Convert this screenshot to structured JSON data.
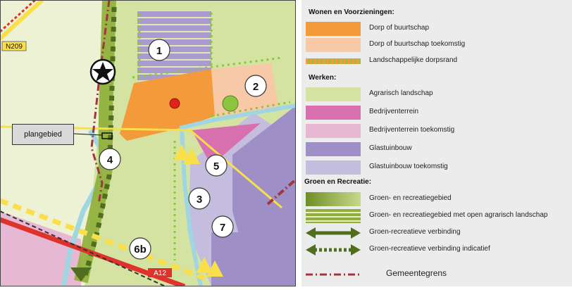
{
  "map": {
    "road_label_n209": "N209",
    "road_label_a12": "A12",
    "plan_label": "plangebied",
    "area_numbers": [
      "1",
      "2",
      "3",
      "4",
      "5",
      "6b",
      "7"
    ],
    "colors": {
      "background": "#d4e3a1",
      "village": "#f39a3a",
      "village_future": "#f8c9a6",
      "business": "#d86fae",
      "greenhouse": "#9e90c6",
      "greenhouse_future": "#c4bddd",
      "green_zone": "#8fae3a",
      "water": "#9fd6e2",
      "road_red": "#e0322c",
      "road_yellow": "#f9e04a",
      "municipal_border": "#a3363a",
      "dot_red": "#e2211c",
      "dot_green": "#8cc63f"
    },
    "icons": [
      "star-landmark-icon",
      "red-dot-icon",
      "green-dot-icon"
    ]
  },
  "legend": {
    "sections": [
      {
        "title": "Wonen en Voorzieningen:",
        "items": [
          {
            "label": "Dorp of buurtschap",
            "swatch": "village"
          },
          {
            "label": "Dorp of buurtschap toekomstig",
            "swatch": "village-future"
          },
          {
            "label": "Landschappelijke dorpsrand",
            "swatch": "village-edge"
          }
        ]
      },
      {
        "title": "Werken:",
        "items": [
          {
            "label": "Agrarisch landschap",
            "swatch": "agri"
          },
          {
            "label": "Bedrijventerrein",
            "swatch": "business"
          },
          {
            "label": "Bedrijventerrein toekomstig",
            "swatch": "business-future"
          },
          {
            "label": "Glastuinbouw",
            "swatch": "greenhouse"
          },
          {
            "label": "Glastuinbouw toekomstig",
            "swatch": "greenhouse-future"
          }
        ]
      },
      {
        "title": "Groen en Recreatie:",
        "items": [
          {
            "label": "Groen- en recreatiegebied",
            "swatch": "green"
          },
          {
            "label": "Groen- en recreatiegebied met open agrarisch landschap",
            "swatch": "green-open"
          },
          {
            "label": "Groen-recreatieve verbinding",
            "swatch": "green-arrow"
          },
          {
            "label": "Groen-recreatieve verbinding indicatief",
            "swatch": "green-arrow-dotted"
          }
        ]
      }
    ],
    "border_label": "Gemeentegrens"
  }
}
